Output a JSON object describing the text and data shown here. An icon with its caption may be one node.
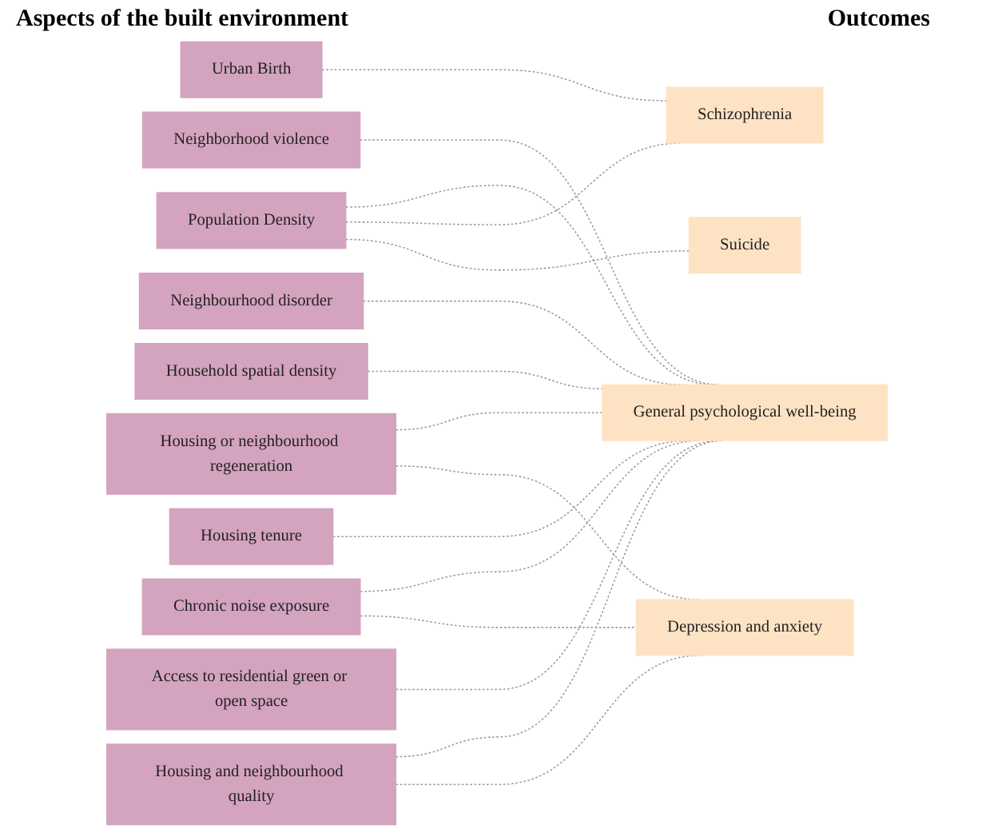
{
  "diagram": {
    "nodes": [
      {
        "text": [
          "Urban Birth"
        ]
      },
      {
        "text": [
          "Population Density"
        ]
      },
      {
        "text": [
          "Housing or neighbourhood regeneration"
        ]
      },
      {
        "text": [
          "Neighborhood violence"
        ]
      },
      {
        "text": [
          "Neighbourhood disorder"
        ]
      },
      {
        "text": [
          "Chronic noise exposure"
        ]
      },
      {
        "text": [
          "Household spatial density"
        ]
      },
      {
        "text": [
          "Housing and neighbourhood quality"
        ]
      },
      {
        "text": [
          "Housing tenure"
        ]
      },
      {
        "text": [
          "Access to residential green or open space"
        ]
      },
      {
        "text": [
          "General psychological well-being"
        ]
      },
      {
        "text": [
          "Depression and anxiety"
        ]
      },
      {
        "text": [
          "Schizophrenia"
        ]
      },
      {
        "text": [
          "Suicide"
        ]
      }
    ],
    "edges": [
      {
        "from": 0,
        "to": 12,
        "arrow": "none",
        "style": "dashed"
      },
      {
        "from": 1,
        "to": 10,
        "arrow": "none",
        "style": "dashed"
      },
      {
        "from": 1,
        "to": 12,
        "arrow": "none",
        "style": "dashed"
      },
      {
        "from": 1,
        "to": 13,
        "arrow": "none",
        "style": "dashed"
      },
      {
        "from": 2,
        "to": 10,
        "arrow": "none",
        "style": "dashed"
      },
      {
        "from": 2,
        "to": 11,
        "arrow": "none",
        "style": "dashed"
      },
      {
        "from": 3,
        "to": 10,
        "arrow": "none",
        "style": "dashed"
      },
      {
        "from": 4,
        "to": 10,
        "arrow": "none",
        "style": "dashed"
      },
      {
        "from": 5,
        "to": 10,
        "arrow": "none",
        "style": "dashed"
      },
      {
        "from": 5,
        "to": 11,
        "arrow": "none",
        "style": "dashed"
      },
      {
        "from": 6,
        "to": 10,
        "arrow": "none",
        "style": "dashed"
      },
      {
        "from": 7,
        "to": 10,
        "arrow": "none",
        "style": "dashed"
      },
      {
        "from": 7,
        "to": 11,
        "arrow": "none",
        "style": "dashed"
      },
      {
        "from": 8,
        "to": 10,
        "arrow": "none",
        "style": "dashed"
      },
      {
        "from": 9,
        "to": 10,
        "arrow": "none",
        "style": "dashed"
      }
    ],
    "labels": [
      "Aspects of the built environment",
      "Outcomes"
    ]
  }
}
